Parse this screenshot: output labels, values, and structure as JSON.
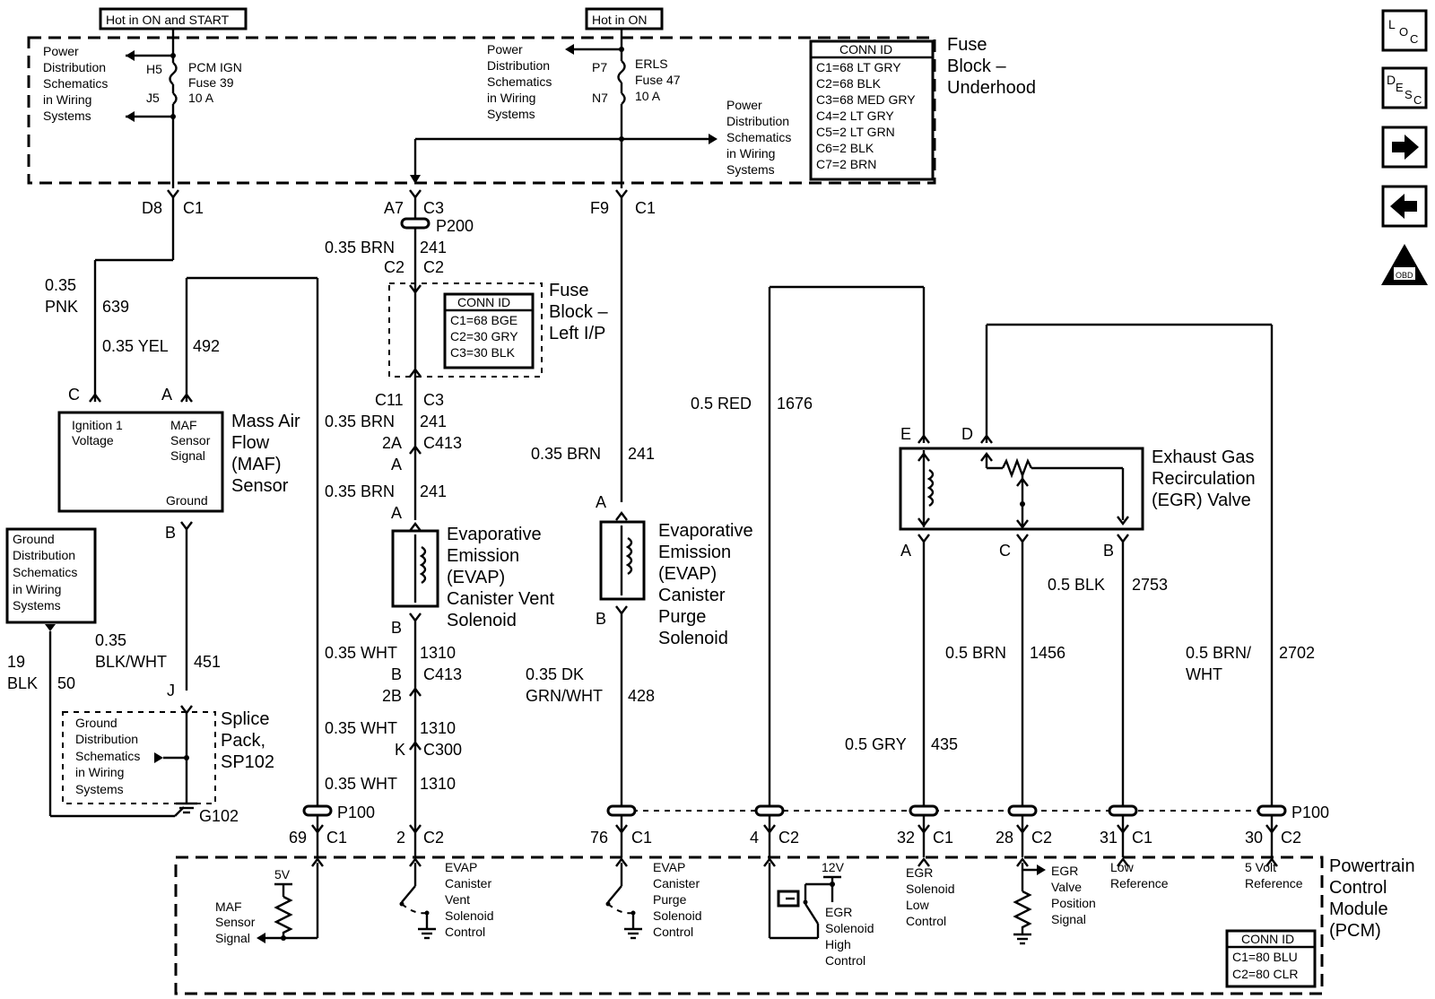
{
  "fuse_block_underhood": {
    "hot_on_start": "Hot in ON and START",
    "hot_on": "Hot in ON",
    "title": [
      "Fuse",
      "Block –",
      "Underhood"
    ],
    "pd_left": [
      "Power",
      "Distribution",
      "Schematics",
      "in Wiring",
      "Systems"
    ],
    "pd_mid": [
      "Power",
      "Distribution",
      "Schematics",
      "in Wiring",
      "Systems"
    ],
    "pd_right": [
      "Power",
      "Distribution",
      "Schematics",
      "in Wiring",
      "Systems"
    ],
    "h5": "H5",
    "j5": "J5",
    "fuse39": [
      "PCM IGN",
      "Fuse 39",
      "10 A"
    ],
    "p7": "P7",
    "n7": "N7",
    "fuse47": [
      "ERLS",
      "Fuse 47",
      "10 A"
    ],
    "conn_title": "CONN ID",
    "conn": [
      "C1=68 LT GRY",
      "C2=68 BLK",
      "C3=68 MED GRY",
      "C4=2 LT GRY",
      "C5=2 LT GRN",
      "C6=2 BLK",
      "C7=2 BRN"
    ]
  },
  "connectors": {
    "d8": "D8",
    "d8c": "C1",
    "a7": "A7",
    "a7c": "C3",
    "f9": "F9",
    "f9c": "C1",
    "p200": "P200",
    "c2a": "C2",
    "c2b": "C2",
    "c11": "C11",
    "c11c": "C3",
    "c413a_pin": "2A",
    "c413a": "C413",
    "a1": "A",
    "a2": "A",
    "b_vent": "B",
    "c413b_pin": "B",
    "c413b": "C413",
    "p2b": "2B",
    "k": "K",
    "c300": "C300",
    "purge_a": "A",
    "purge_b": "B",
    "maf_c": "C",
    "maf_a": "A",
    "maf_b": "B",
    "splice_j": "J",
    "egr_e": "E",
    "egr_d": "D",
    "egr_a": "A",
    "egr_c": "C",
    "egr_b": "B",
    "p100_left": "P100",
    "p100_right": "P100",
    "g102": "G102"
  },
  "wires": {
    "w639": [
      "0.35",
      "PNK"
    ],
    "w639n": "639",
    "w492": "0.35 YEL",
    "w492n": "492",
    "w241a": "0.35 BRN",
    "w241an": "241",
    "w241b": "0.35 BRN",
    "w241bn": "241",
    "w241c": "0.35 BRN",
    "w241cn": "241",
    "w241d": "0.35 BRN",
    "w241dn": "241",
    "w1310a": "0.35 WHT",
    "w1310an": "1310",
    "w1310b": "0.35 WHT",
    "w1310bn": "1310",
    "w1310c": "0.35 WHT",
    "w1310cn": "1310",
    "w428": [
      "0.35 DK",
      "GRN/WHT"
    ],
    "w428n": "428",
    "w451": [
      "0.35",
      "BLK/WHT"
    ],
    "w451n": "451",
    "w50": [
      "19",
      "BLK"
    ],
    "w50n": "50",
    "w1676": "0.5 RED",
    "w1676n": "1676",
    "w435": "0.5 GRY",
    "w435n": "435",
    "w1456": "0.5 BRN",
    "w1456n": "1456",
    "w2753": "0.5 BLK",
    "w2753n": "2753",
    "w2702": [
      "0.5 BRN/",
      "WHT"
    ],
    "w2702n": "2702"
  },
  "fuse_block_lip": {
    "title": [
      "Fuse",
      "Block –",
      "Left I/P"
    ],
    "conn_title": "CONN ID",
    "conn": [
      "C1=68 BGE",
      "C2=30 GRY",
      "C3=30 BLK"
    ]
  },
  "maf": {
    "title": [
      "Mass Air",
      "Flow",
      "(MAF)",
      "Sensor"
    ],
    "ign": [
      "Ignition 1",
      "Voltage"
    ],
    "sig": [
      "MAF",
      "Sensor",
      "Signal"
    ],
    "gnd": "Ground"
  },
  "gnd_dist": [
    "Ground",
    "Distribution",
    "Schematics",
    "in Wiring",
    "Systems"
  ],
  "splice": {
    "title": [
      "Splice",
      "Pack,",
      "SP102"
    ],
    "inner": [
      "Ground",
      "Distribution",
      "Schematics",
      "in Wiring",
      "Systems"
    ]
  },
  "evap_vent": {
    "title": [
      "Evaporative",
      "Emission",
      "(EVAP)",
      "Canister Vent",
      "Solenoid"
    ]
  },
  "evap_purge": {
    "title": [
      "Evaporative",
      "Emission",
      "(EVAP)",
      "Canister",
      "Purge",
      "Solenoid"
    ]
  },
  "egr": {
    "title": [
      "Exhaust Gas",
      "Recirculation",
      "(EGR) Valve"
    ]
  },
  "pcm": {
    "title": [
      "Powertrain",
      "Control",
      "Module",
      "(PCM)"
    ],
    "pins": [
      "69",
      "C1",
      "2",
      "C2",
      "76",
      "C1",
      "4",
      "C2",
      "32",
      "C1",
      "28",
      "C2",
      "31",
      "C1",
      "30",
      "C2"
    ],
    "maf_sig": [
      "MAF",
      "Sensor",
      "Signal"
    ],
    "five_v": "5V",
    "twelve_v": "12V",
    "vent_ctl": [
      "EVAP",
      "Canister",
      "Vent",
      "Solenoid",
      "Control"
    ],
    "purge_ctl": [
      "EVAP",
      "Canister",
      "Purge",
      "Solenoid",
      "Control"
    ],
    "egr_high": [
      "EGR",
      "Solenoid",
      "High",
      "Control"
    ],
    "egr_low": [
      "EGR",
      "Solenoid",
      "Low",
      "Control"
    ],
    "egr_pos": [
      "EGR",
      "Valve",
      "Position",
      "Signal"
    ],
    "low_ref": [
      "Low",
      "Reference"
    ],
    "five_ref": [
      "5 Volt",
      "Reference"
    ],
    "conn_title": "CONN ID",
    "conn": [
      "C1=80 BLU",
      "C2=80 CLR"
    ]
  },
  "nav": {
    "loc_main": "L",
    "loc_sub": [
      "O",
      "C"
    ],
    "desc_main": "D",
    "desc_sub": [
      "E",
      "S",
      "C"
    ],
    "obd": "OBD II"
  }
}
